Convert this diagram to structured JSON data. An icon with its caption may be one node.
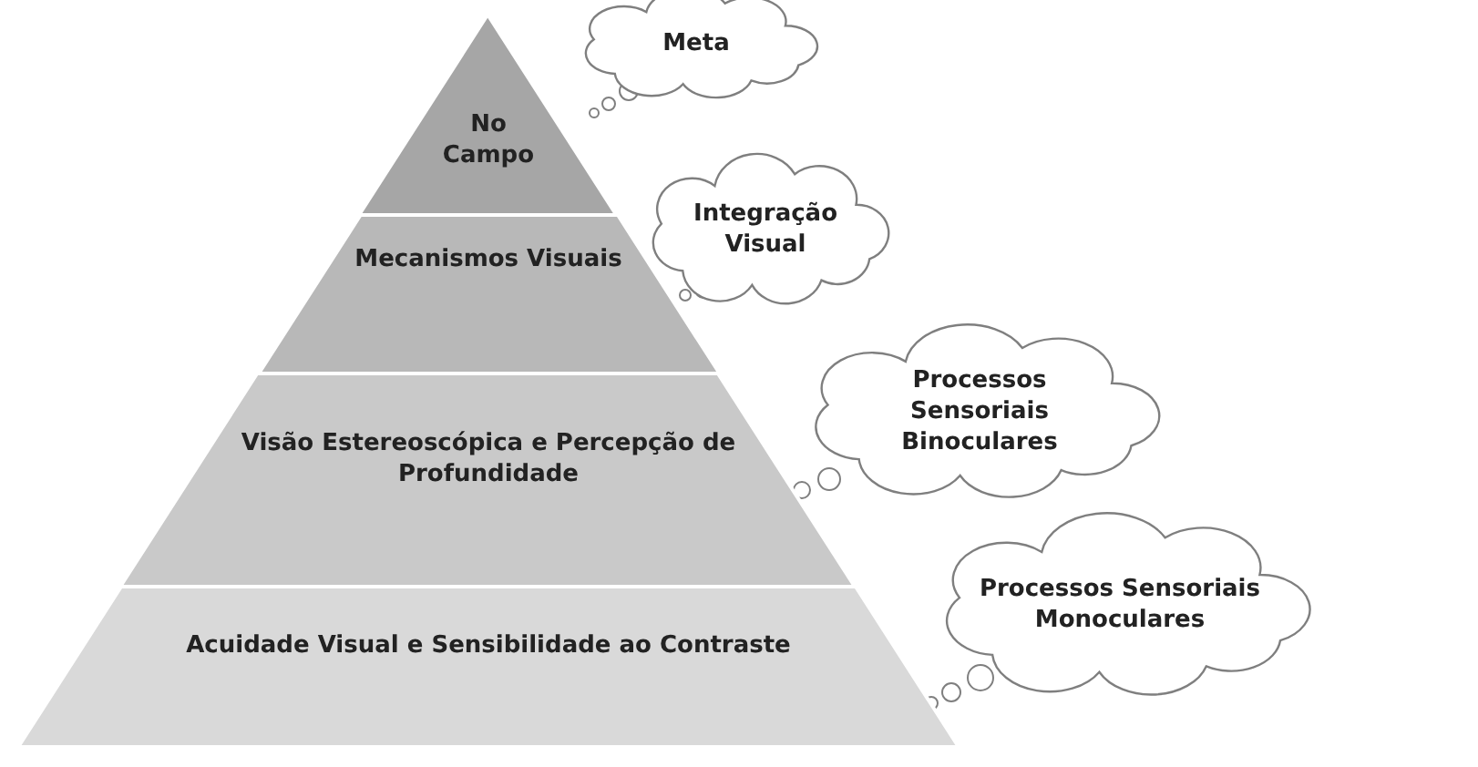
{
  "diagram": {
    "nodes": [
      {
        "text": [
          "No Campo"
        ]
      },
      {
        "text": [
          "Mecanismos Visuais"
        ]
      },
      {
        "text": [
          "Visão Estereoscópica e Percepção de Profundidade"
        ]
      },
      {
        "text": [
          "Acuidade Visual e Sensibilidade ao Contraste"
        ]
      },
      {
        "text": [
          "Meta"
        ]
      },
      {
        "text": [
          "Integração Visual"
        ]
      },
      {
        "text": [
          "Processos Sensoriais Binoculares"
        ]
      },
      {
        "text": [
          "Processos Sensoriais Monoculares"
        ]
      }
    ]
  }
}
